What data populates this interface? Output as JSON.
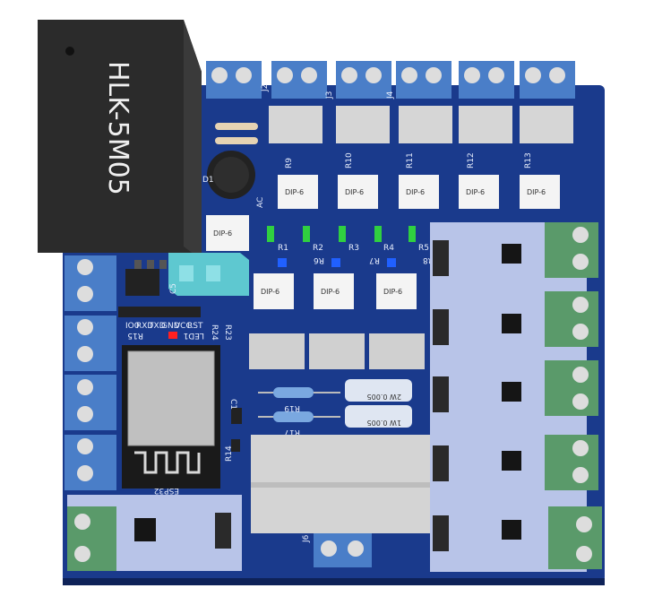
{
  "module": {
    "label": "HLK-5M05"
  },
  "mcu": {
    "label": "ESP32"
  },
  "header_pins": {
    "labels": [
      "IO0",
      "RXD",
      "TXD",
      "GND",
      "VCC",
      "RST"
    ]
  },
  "opto_chip_text": "DIP-6",
  "resistor_labels": {
    "r_top": [
      "R9",
      "R10",
      "R11",
      "R12",
      "R13"
    ],
    "r_mid": [
      "R1",
      "R2",
      "R3",
      "R4",
      "R5"
    ],
    "r_led": [
      "R6",
      "R7",
      "R8"
    ],
    "r15": "R15",
    "r24": "R24",
    "r23": "R23",
    "r19": "R19",
    "r17": "R17",
    "r14": "R14"
  },
  "connector_labels": {
    "j2": "J2",
    "j3": "J3",
    "j4": "J4",
    "j6": "J6"
  },
  "misc_labels": {
    "d1": "D1",
    "c5": "C5",
    "led1": "LED1",
    "c1": "C1",
    "ac": "AC"
  },
  "power_resistor_text": [
    "2W 0.005",
    "1W 0.005"
  ],
  "colors": {
    "pcb": "#1a3a8c",
    "terminal_blue": "#4a7ec8",
    "terminal_green": "#5a9a6a",
    "heatsink": "#d0d0d0",
    "module_body": "#2a2a2a",
    "daughter_board": "#b8c4e8",
    "header_cyan": "#5ec8d0"
  }
}
